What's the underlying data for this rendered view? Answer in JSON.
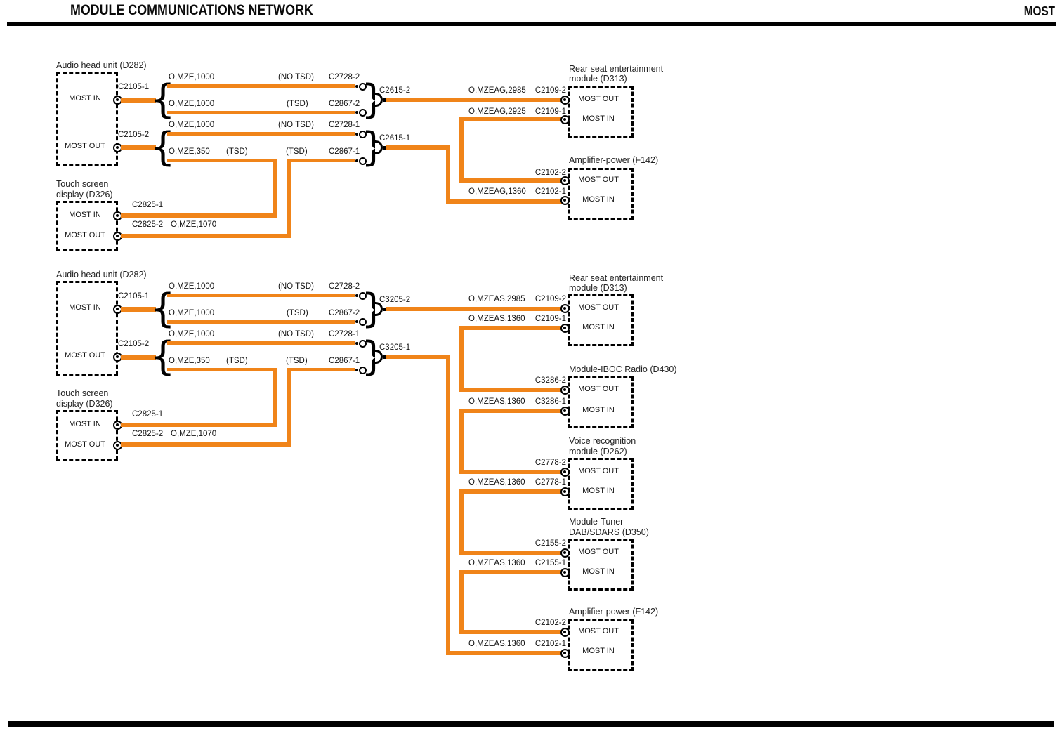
{
  "header": {
    "title": "MODULE COMMUNICATIONS NETWORK",
    "corner": "MOST"
  },
  "labels": {
    "most_in": "MOST IN",
    "most_out": "MOST OUT"
  },
  "glyphs": {
    "open_brace": "{",
    "close_brace": "}"
  },
  "colors": {
    "wire": "#F08419",
    "line": "#000000",
    "background": "#FFFFFF"
  },
  "section1": {
    "audio_unit": {
      "name": "Audio head unit (D282)",
      "conn_in": "C2105-1",
      "conn_out": "C2105-2"
    },
    "branches": [
      {
        "circuit": "O,MZE,1000",
        "option": "(NO TSD)",
        "conn": "C2728-2"
      },
      {
        "circuit": "O,MZE,1000",
        "option": "(TSD)",
        "conn": "C2867-2"
      },
      {
        "circuit": "O,MZE,1000",
        "option": "(NO TSD)",
        "conn": "C2728-1"
      },
      {
        "circuit": "O,MZE,350",
        "option": "(TSD)",
        "option2": "(TSD)",
        "conn": "C2867-1"
      }
    ],
    "junctions": {
      "top": "C2615-2",
      "bottom": "C2615-1"
    },
    "touch_screen": {
      "name_line1": "Touch screen",
      "name_line2": "display (D326)",
      "conn_in": "C2825-1",
      "conn_out": "C2825-2",
      "circuit_out": "O,MZE,1070"
    },
    "rear_seat": {
      "name_line1": "Rear seat entertainment",
      "name_line2": "module (D313)",
      "circuit_out": "O,MZEAG,2985",
      "conn_out": "C2109-2",
      "circuit_in": "O,MZEAG,2925",
      "conn_in": "C2109-1"
    },
    "amplifier": {
      "name": "Amplifier-power (F142)",
      "conn_out": "C2102-2",
      "circuit_in": "O,MZEAG,1360",
      "conn_in": "C2102-1"
    }
  },
  "section2": {
    "audio_unit": {
      "name": "Audio head unit (D282)",
      "conn_in": "C2105-1",
      "conn_out": "C2105-2"
    },
    "branches": [
      {
        "circuit": "O,MZE,1000",
        "option": "(NO TSD)",
        "conn": "C2728-2"
      },
      {
        "circuit": "O,MZE,1000",
        "option": "(TSD)",
        "conn": "C2867-2"
      },
      {
        "circuit": "O,MZE,1000",
        "option": "(NO TSD)",
        "conn": "C2728-1"
      },
      {
        "circuit": "O,MZE,350",
        "option": "(TSD)",
        "option2": "(TSD)",
        "conn": "C2867-1"
      }
    ],
    "junctions": {
      "top": "C3205-2",
      "bottom": "C3205-1"
    },
    "touch_screen": {
      "name_line1": "Touch screen",
      "name_line2": "display (D326)",
      "conn_in": "C2825-1",
      "conn_out": "C2825-2",
      "circuit_out": "O,MZE,1070"
    },
    "rear_seat": {
      "name_line1": "Rear seat entertainment",
      "name_line2": "module (D313)",
      "circuit_out": "O,MZEAS,2985",
      "conn_out": "C2109-2",
      "circuit_in": "O,MZEAS,1360",
      "conn_in": "C2109-1"
    },
    "iboc": {
      "name": "Module-IBOC Radio (D430)",
      "conn_out": "C3286-2",
      "circuit_in": "O,MZEAS,1360",
      "conn_in": "C3286-1"
    },
    "voice": {
      "name_line1": "Voice recognition",
      "name_line2": "module (D262)",
      "conn_out": "C2778-2",
      "circuit_in": "O,MZEAS,1360",
      "conn_in": "C2778-1"
    },
    "tuner": {
      "name_line1": "Module-Tuner-",
      "name_line2": "DAB/SDARS (D350)",
      "conn_out": "C2155-2",
      "circuit_in": "O,MZEAS,1360",
      "conn_in": "C2155-1"
    },
    "amplifier": {
      "name": "Amplifier-power (F142)",
      "conn_out": "C2102-2",
      "circuit_in": "O,MZEAS,1360",
      "conn_in": "C2102-1"
    }
  }
}
